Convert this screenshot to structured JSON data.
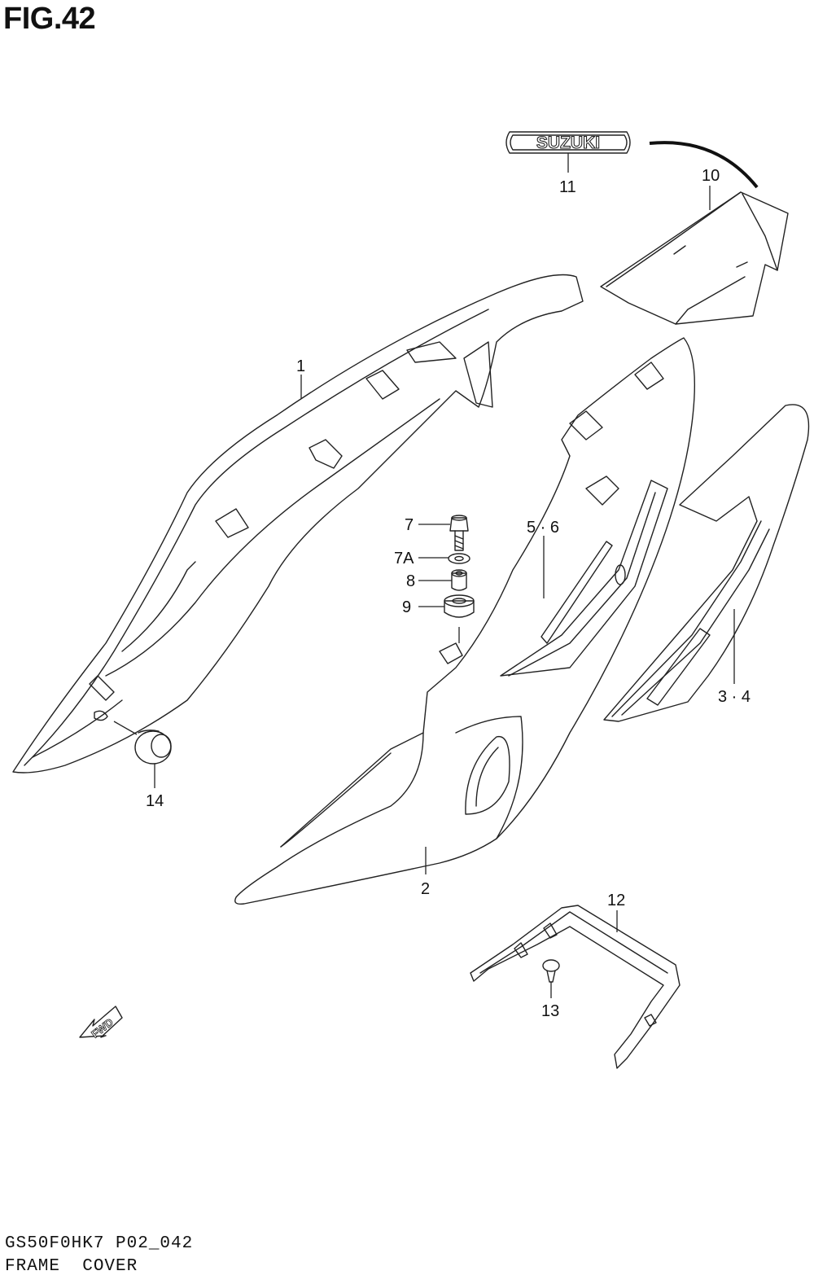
{
  "figure": {
    "title": "FIG.42",
    "code": "GS50F0HK7 P02_042",
    "name": "FRAME  COVER"
  },
  "emblem_text": "SUZUKI",
  "fwd_text": "FWD",
  "callouts": [
    {
      "id": "1",
      "label": "1"
    },
    {
      "id": "2",
      "label": "2"
    },
    {
      "id": "3-4",
      "label": "3 · 4"
    },
    {
      "id": "5-6",
      "label": "5 · 6"
    },
    {
      "id": "7",
      "label": "7"
    },
    {
      "id": "7A",
      "label": "7A"
    },
    {
      "id": "8",
      "label": "8"
    },
    {
      "id": "9",
      "label": "9"
    },
    {
      "id": "10",
      "label": "10"
    },
    {
      "id": "11",
      "label": "11"
    },
    {
      "id": "12",
      "label": "12"
    },
    {
      "id": "13",
      "label": "13"
    },
    {
      "id": "14",
      "label": "14"
    }
  ]
}
